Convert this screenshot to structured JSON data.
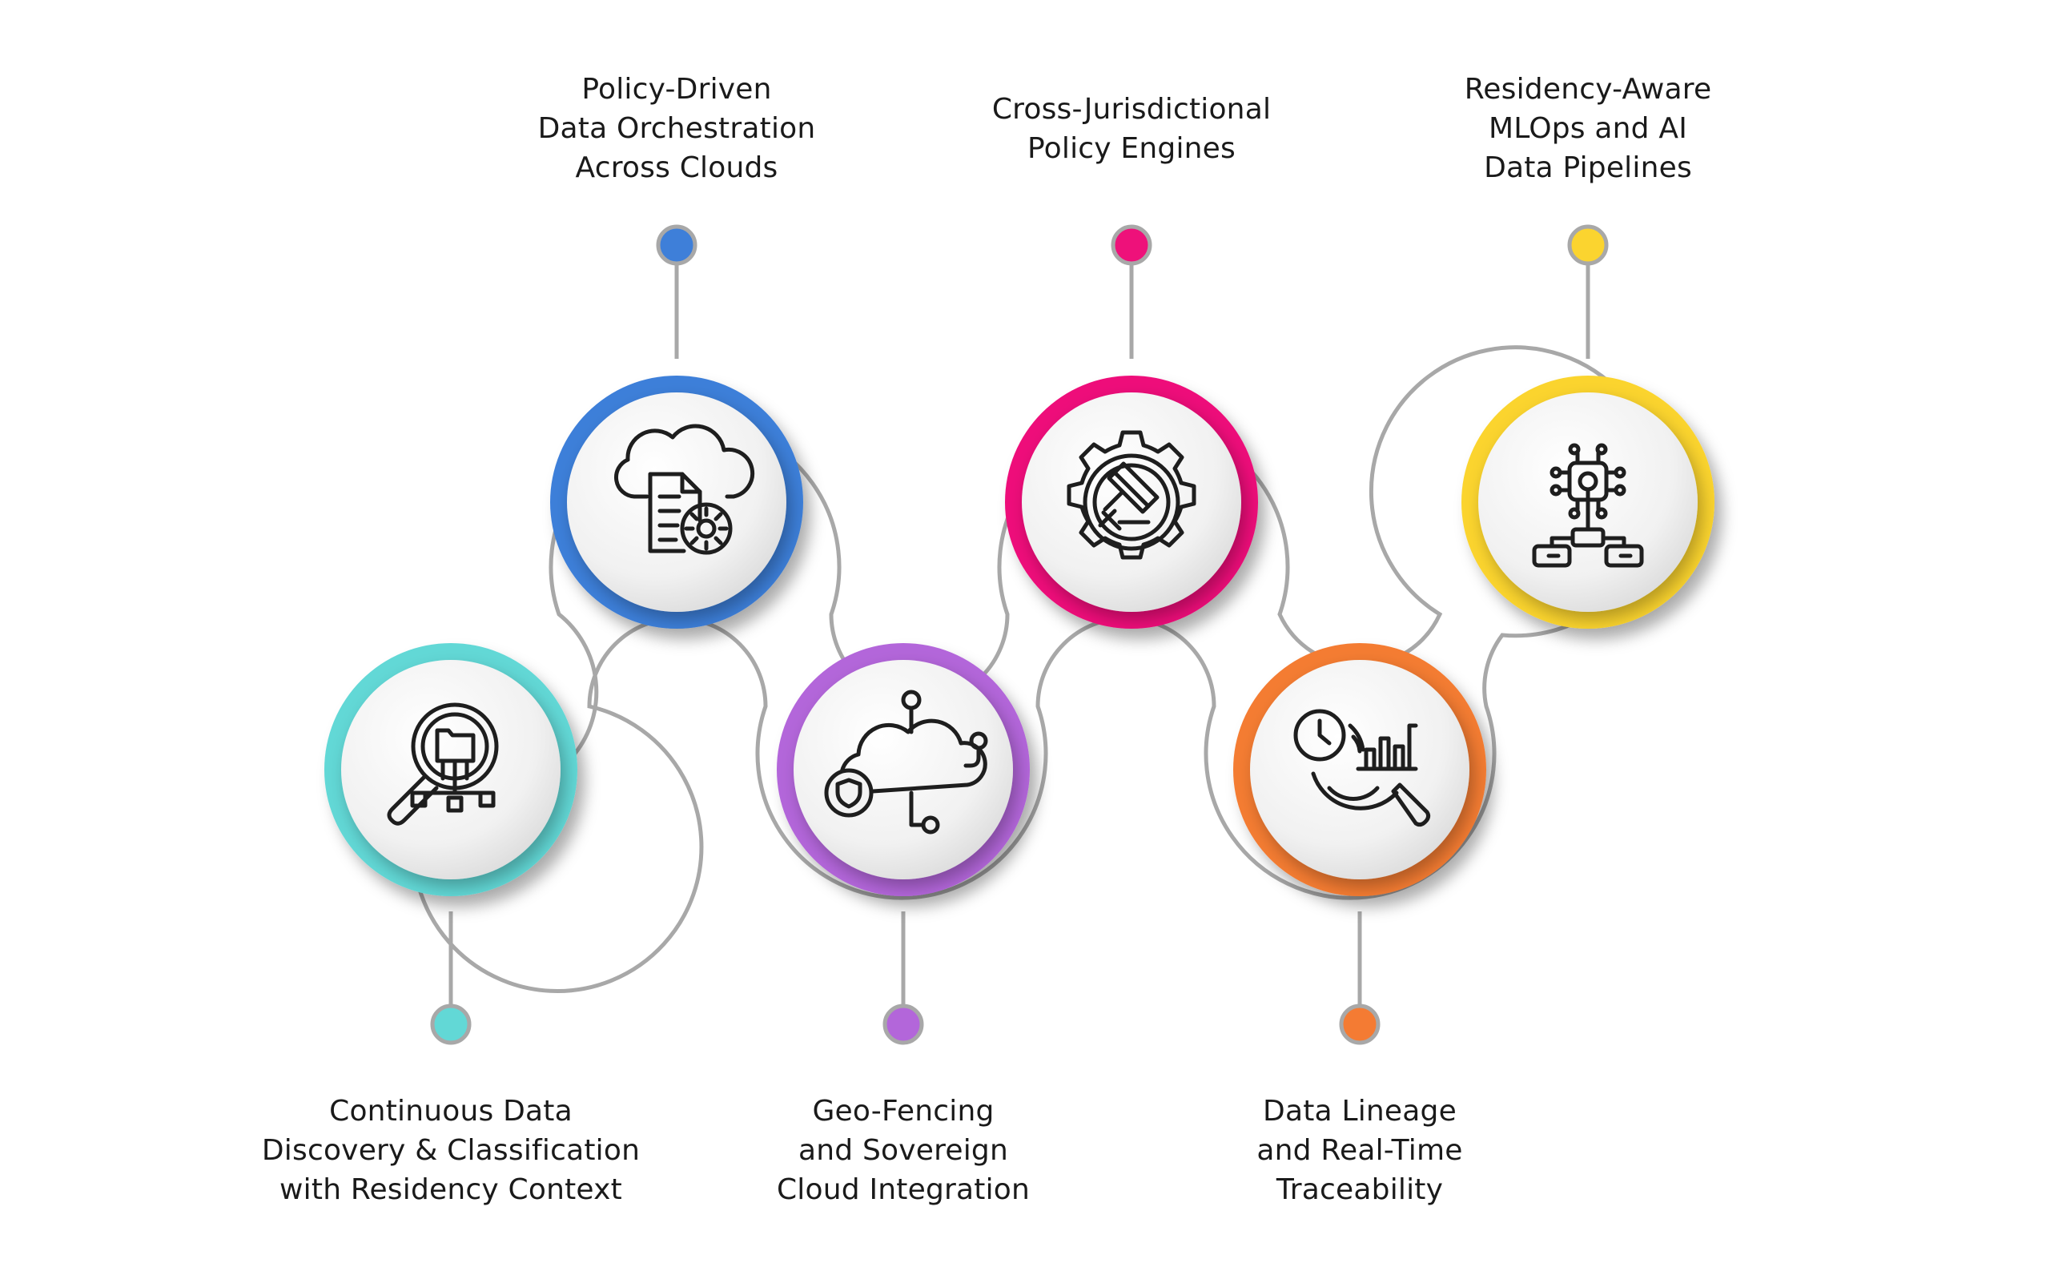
{
  "steps": [
    {
      "lines": [
        "Continuous Data",
        "Discovery & Classification",
        "with Residency Context"
      ],
      "color": "#62D8D6",
      "icon": "magnifier-folder-network-icon"
    },
    {
      "lines": [
        "Policy-Driven",
        "Data Orchestration",
        "Across Clouds"
      ],
      "color": "#3E7FD9",
      "icon": "cloud-document-gear-icon"
    },
    {
      "lines": [
        "Geo-Fencing",
        "and Sovereign",
        "Cloud Integration"
      ],
      "color": "#B366DA",
      "icon": "cloud-shield-network-icon"
    },
    {
      "lines": [
        "Cross-Jurisdictional",
        "Policy Engines"
      ],
      "color": "#EE117A",
      "icon": "gear-gavel-icon"
    },
    {
      "lines": [
        "Data Lineage",
        "and Real-Time",
        "Traceability"
      ],
      "color": "#F47B33",
      "icon": "clock-chart-magnifier-icon"
    },
    {
      "lines": [
        "Residency-Aware",
        "MLOps and AI",
        "Data Pipelines"
      ],
      "color": "#FBD42F",
      "icon": "chip-pipeline-icon"
    }
  ]
}
